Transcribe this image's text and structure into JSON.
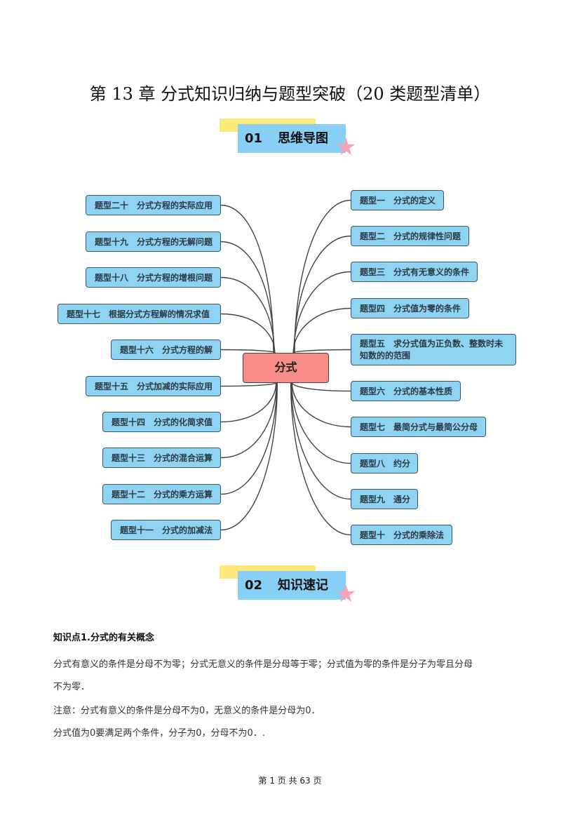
{
  "title": "第 13 章  分式知识归纳与题型突破（20 类题型清单）",
  "section1": {
    "num": "01",
    "label": "思维导图"
  },
  "section2": {
    "num": "02",
    "label": "知识速记"
  },
  "mindmap": {
    "center": "分式",
    "left": [
      "题型二十　分式方程的实际应用",
      "题型十九　分式方程的无解问题",
      "题型十八　分式方程的增根问题",
      "题型十七　根据分式方程解的情况求值",
      "题型十六　分式方程的解",
      "题型十五　分式加减的实际应用",
      "题型十四　分式的化简求值",
      "题型十三　分式的混合运算",
      "题型十二　分式的乘方运算",
      "题型十一　分式的加减法"
    ],
    "right": [
      "题型一　分式的定义",
      "题型二　分式的规律性问题",
      "题型三　分式有无意义的条件",
      "题型四　分式值为零的条件",
      "题型五　求分式值为正负数、整数时未知数的的范围",
      "题型六　分式的基本性质",
      "题型七　最简分式与最简公分母",
      "题型八　约分",
      "题型九　通分",
      "题型十　分式的乘除法"
    ]
  },
  "knowledge": {
    "heading": "知识点1.分式的有关概念",
    "lines": [
      "分式有意义的条件是分母不为零；分式无意义的条件是分母等于零；分式值为零的条件是分子为零且分母",
      "不为零．",
      "注意：分式有意义的条件是分母不为0，无意义的条件是分母为0．",
      "分式值为0要满足两个条件，分子为0，分母不为0．."
    ]
  },
  "footer": "第 1 页 共 63 页"
}
